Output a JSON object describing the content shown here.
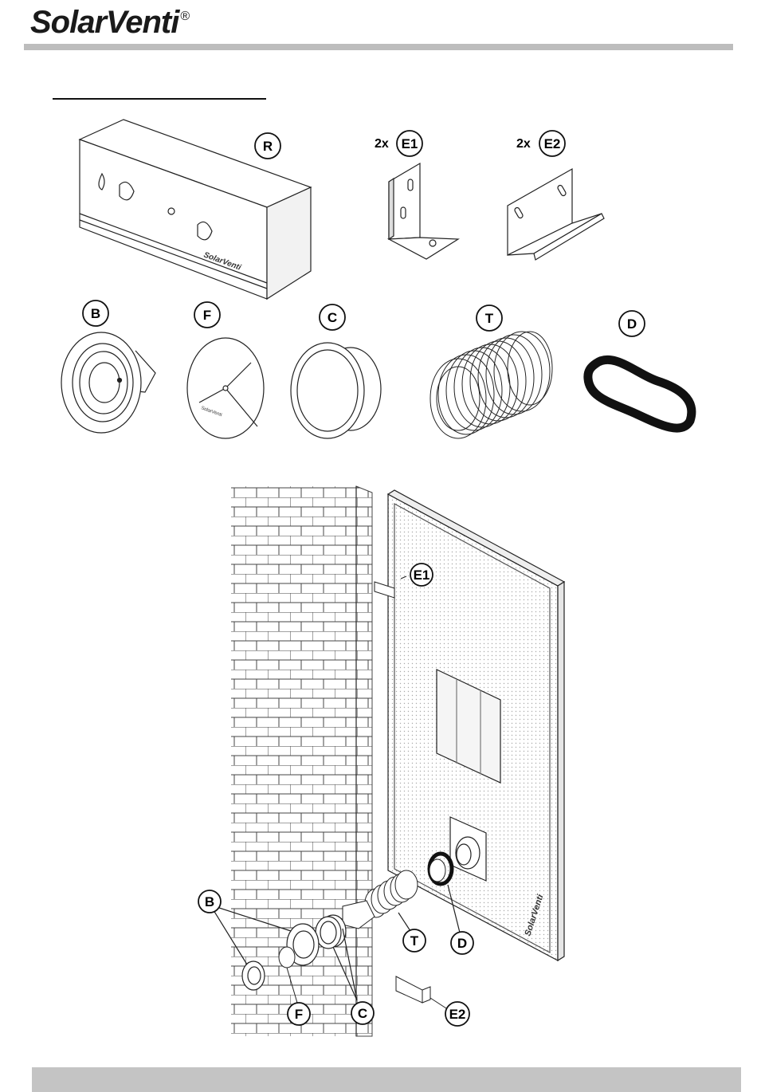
{
  "brand": {
    "name": "SolarVenti",
    "mark": "®"
  },
  "parts": {
    "R": "R",
    "E1": "E1",
    "E2": "E2",
    "E1_qty": "2x",
    "E2_qty": "2x",
    "B": "B",
    "F": "F",
    "C": "C",
    "T": "T",
    "D": "D"
  },
  "assembly": {
    "E1": "E1",
    "E2": "E2",
    "B": "B",
    "F": "F",
    "C": "C",
    "T": "T",
    "D": "D"
  },
  "colors": {
    "header_bar": "#bdbdbd",
    "footer_bar": "#c4c4c4",
    "line": "#222222"
  }
}
